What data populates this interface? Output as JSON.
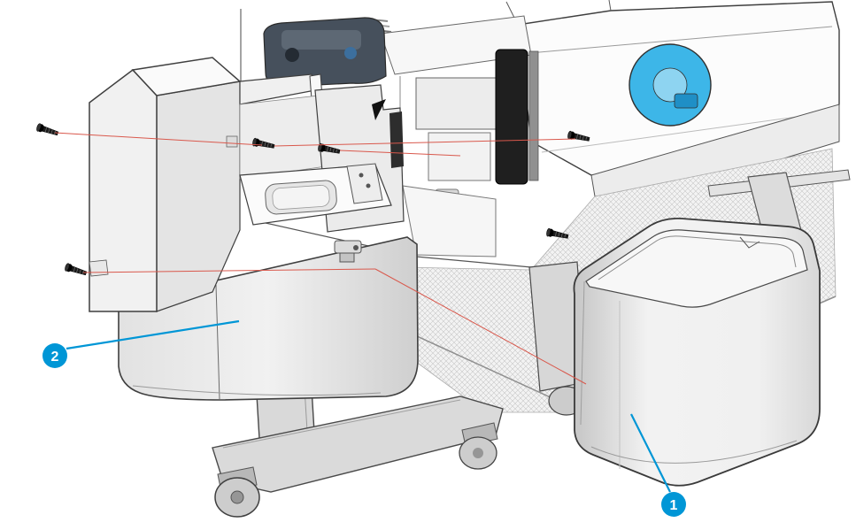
{
  "figure": {
    "description": "Exploded-view printer illustration showing two covers removed, with numbered part callouts and screw alignment lines",
    "background_color": "#ffffff",
    "accent_color": "#0096D6",
    "leader_line_color": "#d9584c",
    "outline_color": "#3a3a3a",
    "spindle_color": "#3db6e8",
    "screw_count": "6",
    "callouts": [
      {
        "number": "1"
      },
      {
        "number": "2"
      }
    ]
  }
}
